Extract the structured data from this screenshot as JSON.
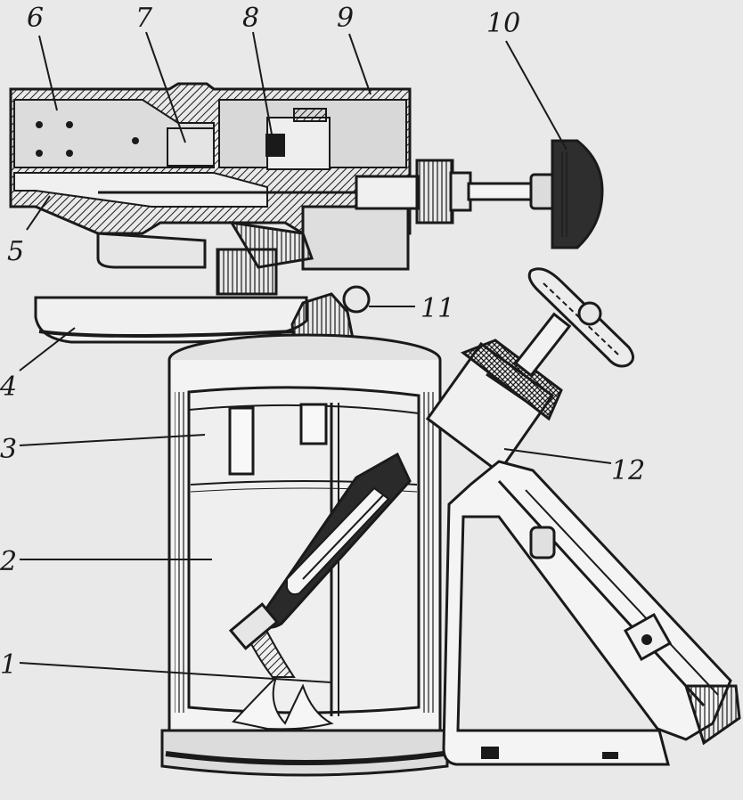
{
  "colors": {
    "background": "#e9e9e9",
    "ink": "#1a1a1a",
    "metal_light": "#f2f2f2",
    "metal_mid": "#cfcfcf",
    "metal_dark": "#3a3a3a"
  },
  "callouts": [
    {
      "id": "1",
      "text": "1"
    },
    {
      "id": "2",
      "text": "2"
    },
    {
      "id": "3",
      "text": "3"
    },
    {
      "id": "4",
      "text": "4"
    },
    {
      "id": "5",
      "text": "5"
    },
    {
      "id": "6",
      "text": "6"
    },
    {
      "id": "7",
      "text": "7"
    },
    {
      "id": "8",
      "text": "8"
    },
    {
      "id": "9",
      "text": "9"
    },
    {
      "id": "10",
      "text": "10"
    },
    {
      "id": "11",
      "text": "11"
    },
    {
      "id": "12",
      "text": "12"
    }
  ]
}
